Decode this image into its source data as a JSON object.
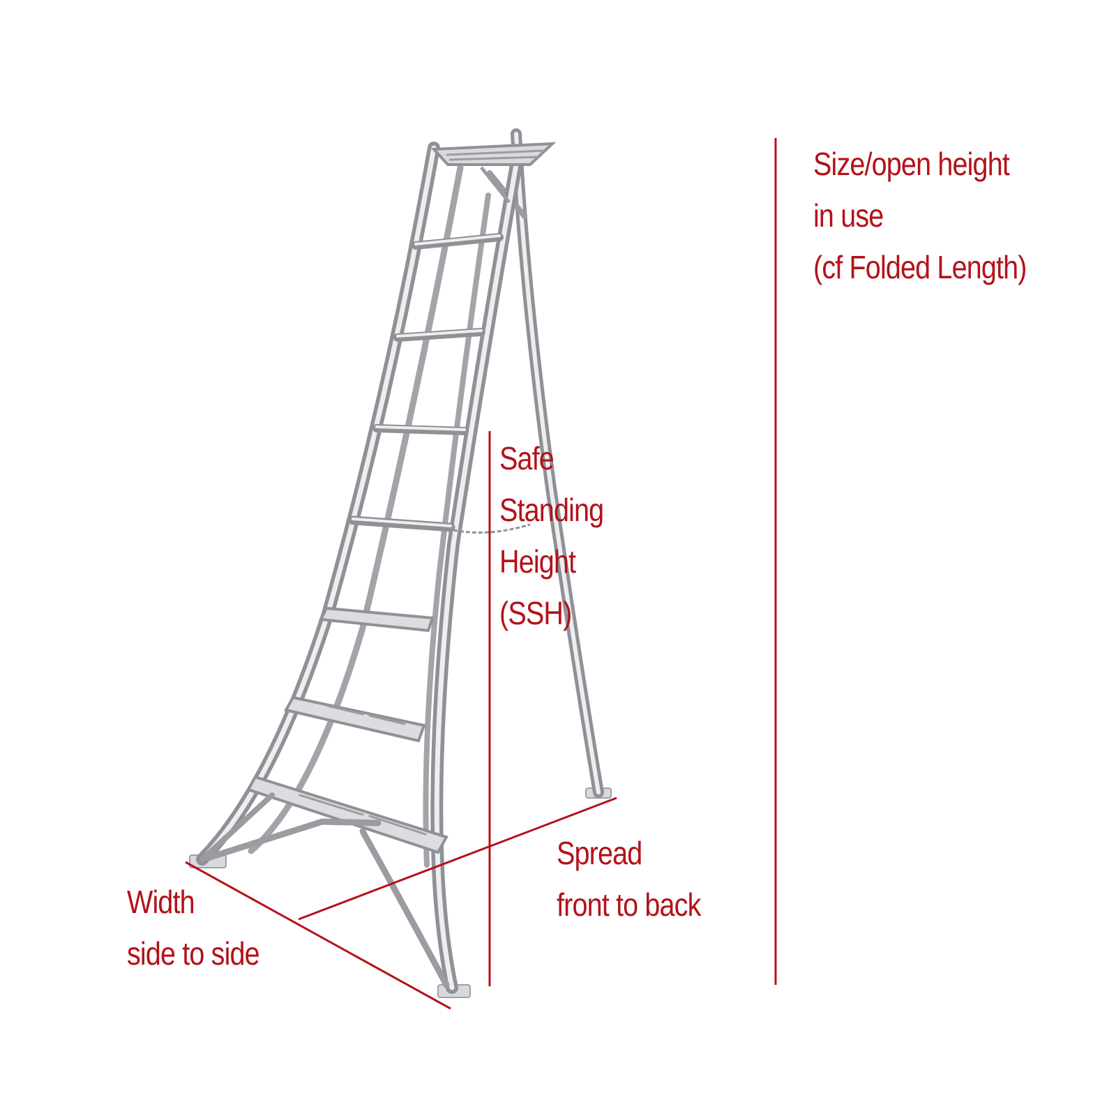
{
  "colors": {
    "annotation": "#b3121a",
    "metal_dark": "#9a9ca1",
    "metal_light": "#e3e4e7",
    "background": "#ffffff"
  },
  "labels": {
    "size_open_height": [
      "Size/open height",
      "in use",
      "(cf Folded Length)"
    ],
    "safe_standing_height": [
      "Safe",
      "Standing",
      "Height",
      "(SSH)"
    ],
    "spread": [
      "Spread",
      "front to back"
    ],
    "width": [
      "Width",
      "side to side"
    ]
  }
}
